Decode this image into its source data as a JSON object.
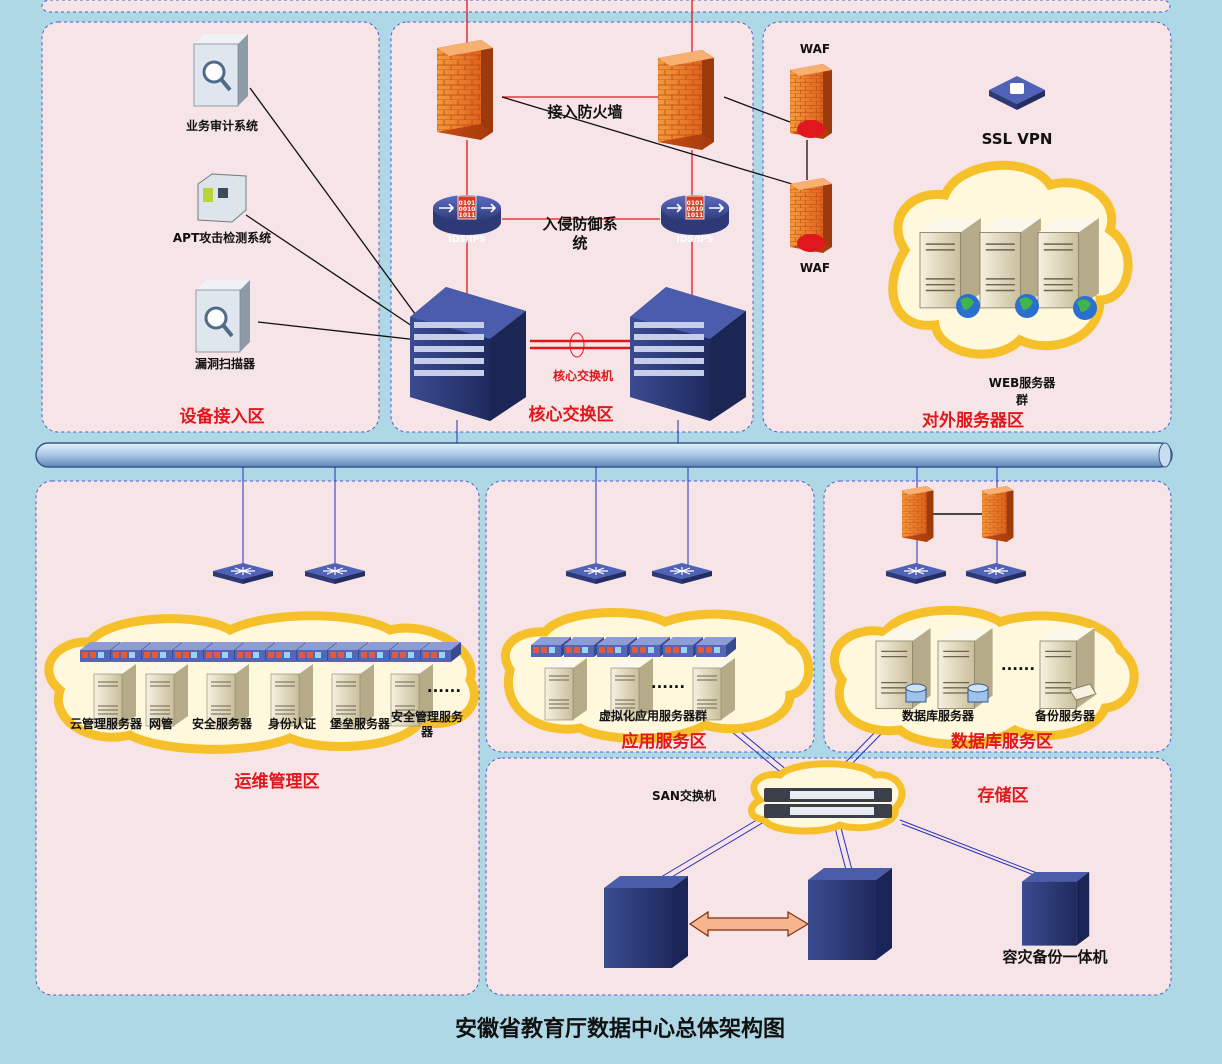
{
  "title": "安徽省教育厅数据中心总体架构图",
  "zones": {
    "device_access": "设备接入区",
    "core_switch": "核心交换区",
    "external_server": "对外服务器区",
    "ops_mgmt": "运维管理区",
    "app_service": "应用服务区",
    "db_service": "数据库服务区",
    "storage": "存储区"
  },
  "devices": {
    "audit": "业务审计系统",
    "apt": "APT攻击检测系统",
    "vuln_scan": "漏洞扫描器",
    "access_firewall": "接入防火墙",
    "ips_line1": "入侵防御系",
    "ips_line2": "统",
    "ids_ips_tag": "IDS/IPS",
    "ids_bits": [
      "0101",
      "0010",
      "1011"
    ],
    "core_switch": "核心交换机",
    "waf_top": "WAF",
    "waf_bottom": "WAF",
    "ssl_vpn": "SSL VPN",
    "web_line1": "WEB服务器",
    "web_line2": "群",
    "ops_servers": [
      "云管理服务器",
      "网管",
      "安全服务器",
      "身份认证",
      "堡垒服务器"
    ],
    "sec_mgmt_line1": "安全管理服务",
    "sec_mgmt_line2": "器",
    "virt_app": "虚拟化应用服务器群",
    "db_server": "数据库服务器",
    "backup_server": "备份服务器",
    "san_switch": "SAN交换机",
    "dr_backup": "容灾备份一体机",
    "ellipsis": "......"
  },
  "colors": {
    "background": "#aed8e6",
    "zone_fill": "#f6e4e6",
    "zone_border": "#4d5bc4",
    "zone_label": "#e0181d",
    "link_red": "#e0181d",
    "link_blue": "#2a2fb8",
    "cloud_gold": "#f5c02a",
    "firewall": "#f07a2a",
    "switch_navy": "#2e3a78"
  }
}
